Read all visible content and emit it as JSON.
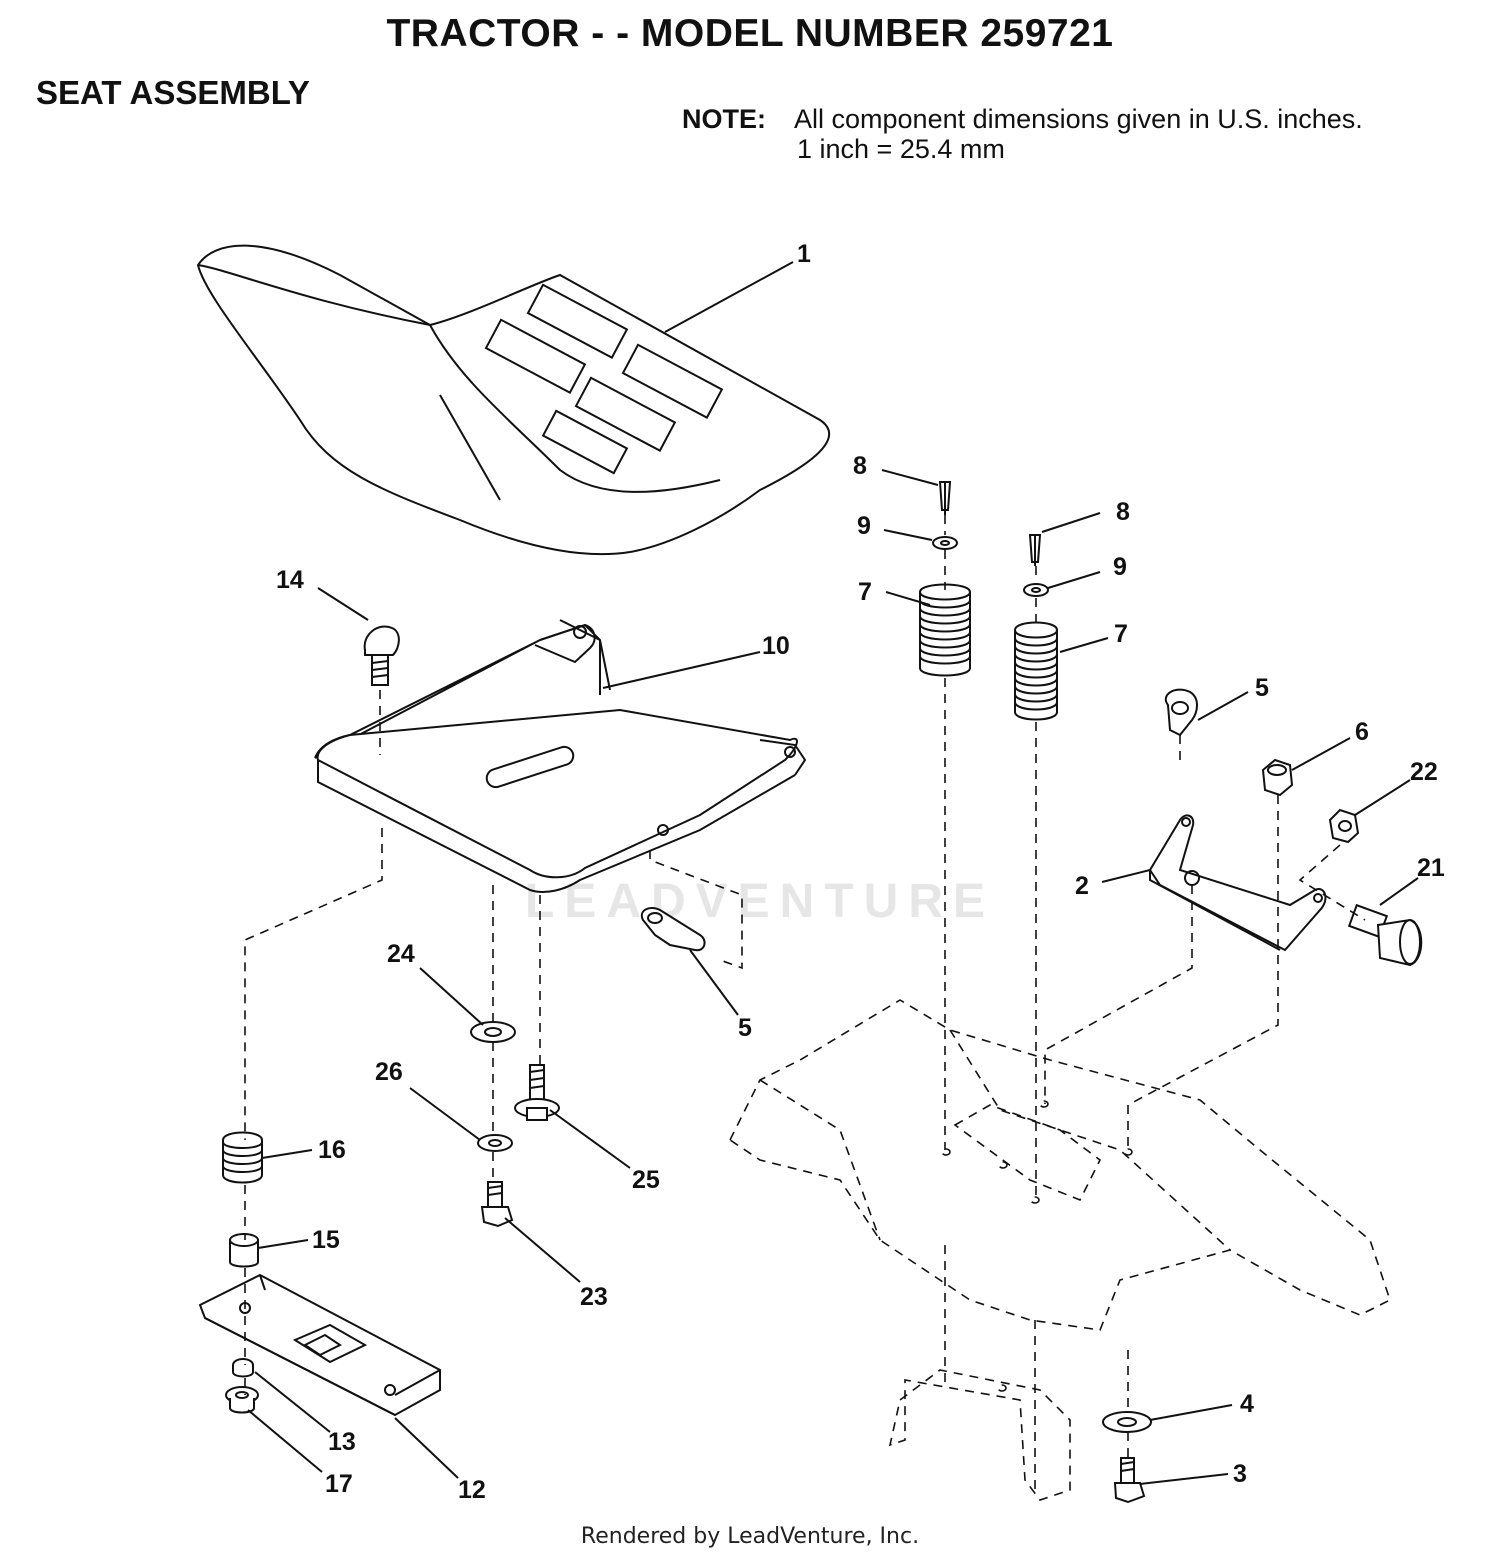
{
  "header": {
    "title": "TRACTOR - - MODEL NUMBER 259721",
    "subtitle": "SEAT ASSEMBLY",
    "note_label": "NOTE:",
    "note_line1": "All component dimensions given in U.S. inches.",
    "note_line2": "1 inch = 25.4 mm"
  },
  "watermark": "LEADVENTURE",
  "footer": "Rendered by LeadVenture, Inc.",
  "callouts": {
    "c1": "1",
    "c2": "2",
    "c3": "3",
    "c4": "4",
    "c5a": "5",
    "c5b": "5",
    "c6": "6",
    "c7a": "7",
    "c7b": "7",
    "c8a": "8",
    "c8b": "8",
    "c9a": "9",
    "c9b": "9",
    "c10": "10",
    "c12": "12",
    "c13": "13",
    "c14": "14",
    "c15": "15",
    "c16": "16",
    "c17": "17",
    "c21": "21",
    "c22": "22",
    "c23": "23",
    "c24": "24",
    "c25": "25",
    "c26": "26"
  }
}
